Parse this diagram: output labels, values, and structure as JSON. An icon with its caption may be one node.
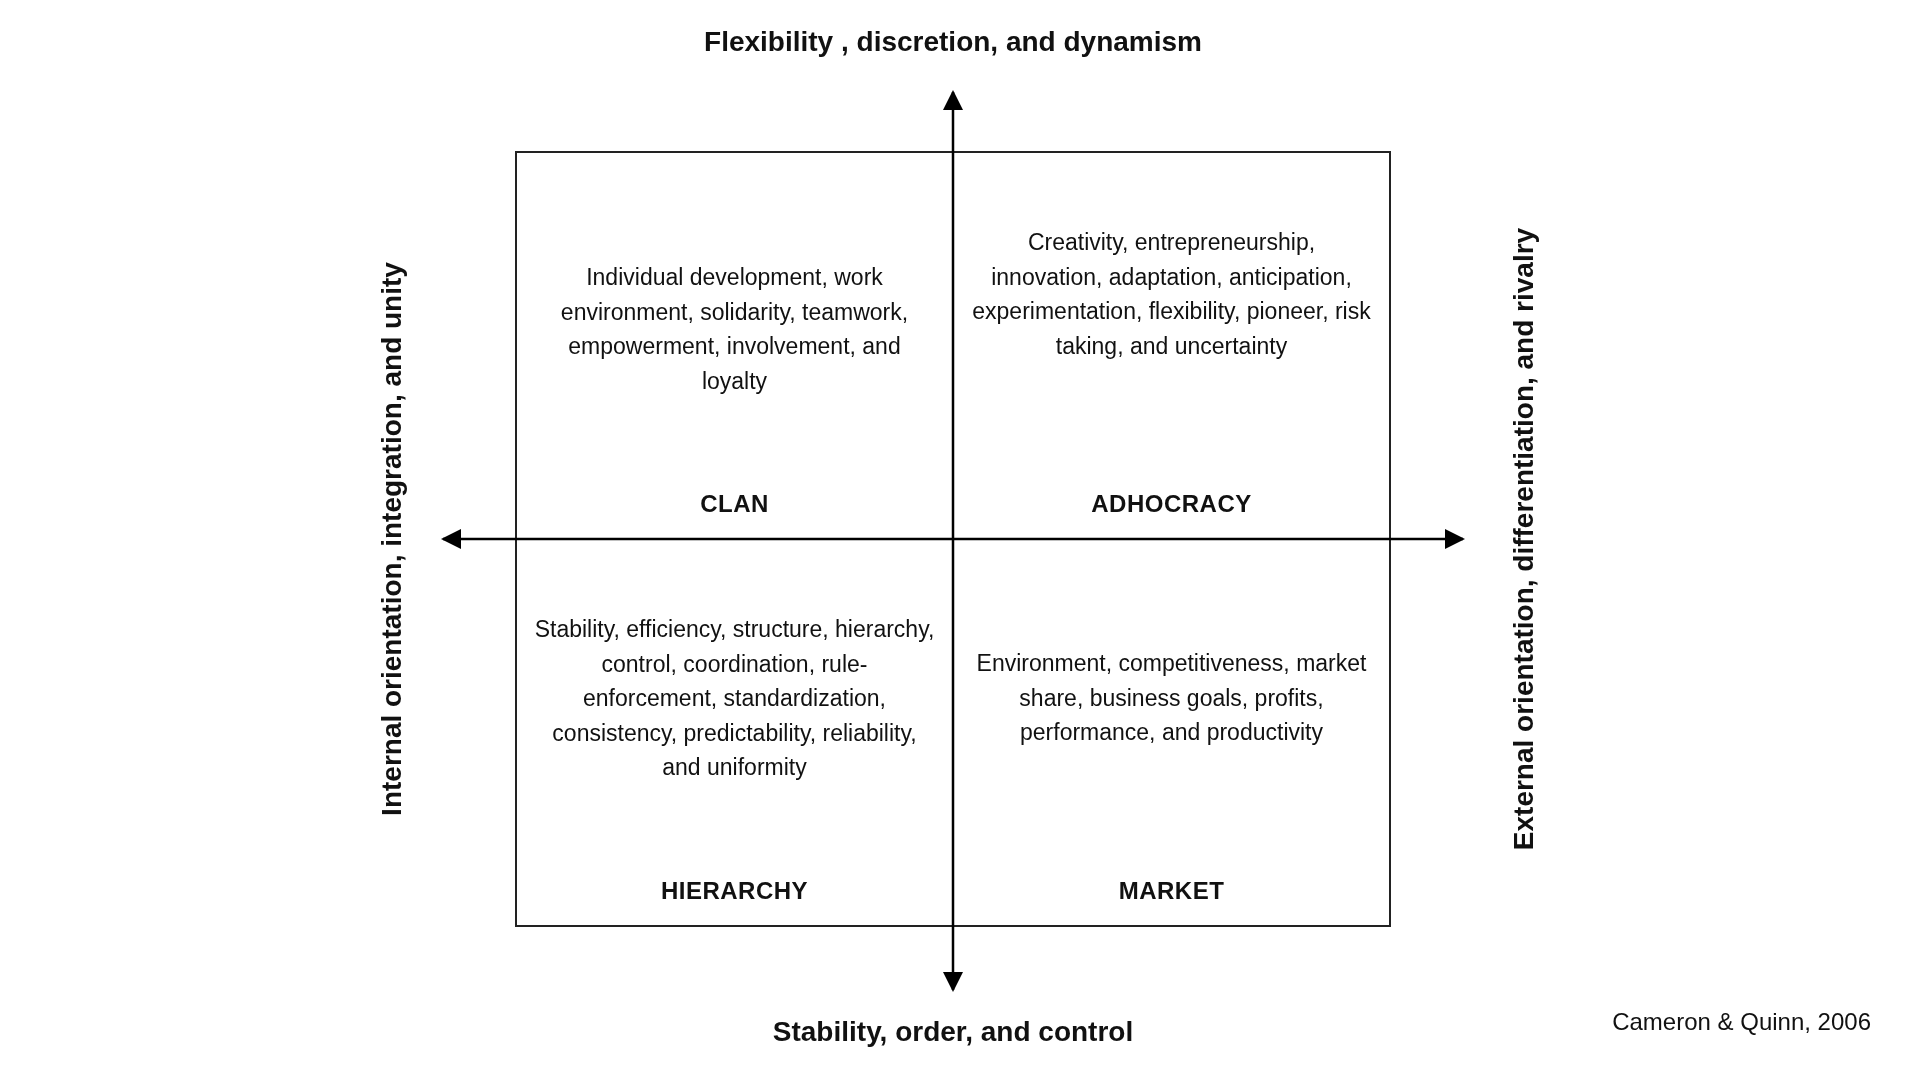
{
  "diagram": {
    "title": "Flexibility , discretion, and dynamism",
    "nodes": [
      {
        "text": [
          "Individual development, work environment, solidarity, teamwork, empowerment, involvement, and loyalty",
          "CLAN"
        ]
      },
      {
        "text": [
          "Creativity, entrepreneurship, innovation, adaptation, anticipation, experimentation, flexibility, pioneer, risk taking, and uncertainty",
          "ADHOCRACY"
        ]
      },
      {
        "text": [
          "Stability, efficiency, structure, hierarchy, control, coordination, rule-enforcement, standardization, consistency, predictability, reliability, and uniformity",
          "HIERARCHY"
        ]
      },
      {
        "text": [
          "Environment, competitiveness, market share, business goals, profits, performance, and productivity",
          "MARKET"
        ]
      }
    ],
    "labels": [
      "Internal orientation, integration, and unity",
      "External orientation, differentiation, and rivalry",
      "Stability, order, and control",
      "Cameron & Quinn, 2006"
    ]
  }
}
